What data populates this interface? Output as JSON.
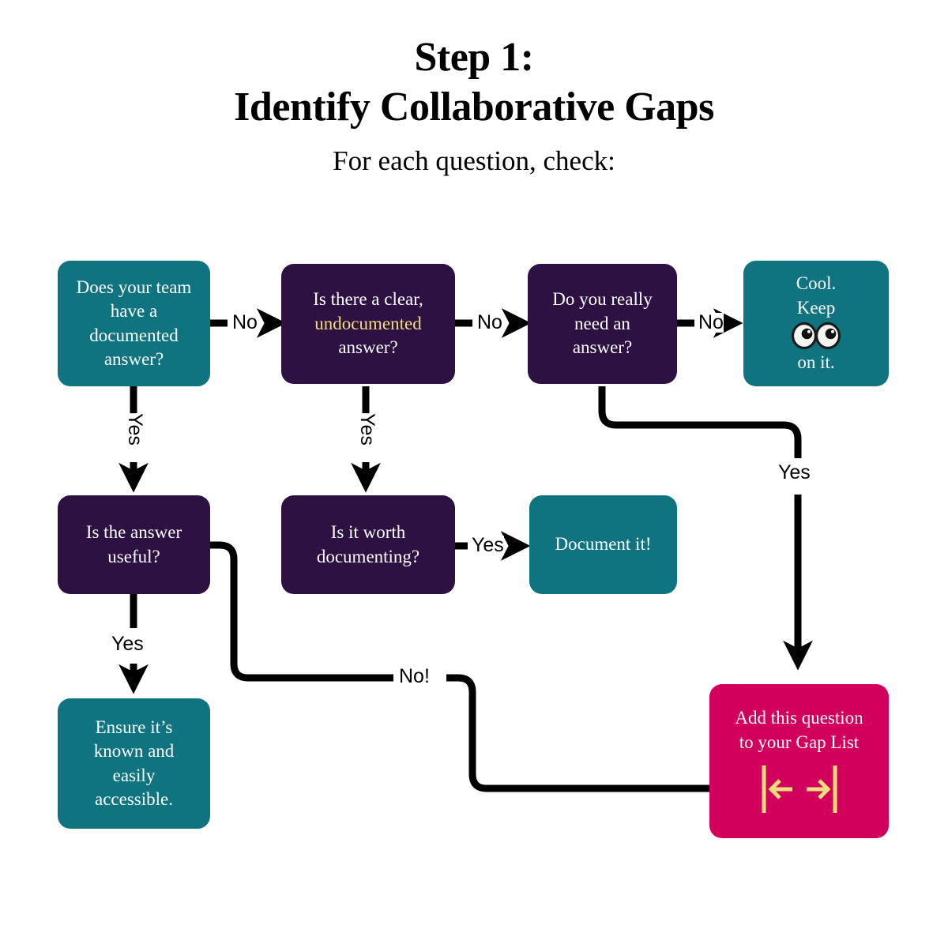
{
  "header": {
    "title_line_1": "Step 1:",
    "title_line_2": "Identify Collaborative Gaps",
    "subtitle": "For each question, check:"
  },
  "colors": {
    "teal": "#0F7480",
    "purple": "#2D1142",
    "pink": "#D1005C",
    "highlight_yellow": "#F2DC7E",
    "edge_black": "#000000",
    "background": "#FFFFFF",
    "node_text": "#FFFFFF"
  },
  "nodes": [
    {
      "id": "has-documented-answer",
      "color_key": "teal",
      "lines": [
        "Does your team",
        "have a",
        "documented",
        "answer?"
      ]
    },
    {
      "id": "clear-undocumented-answer",
      "color_key": "purple",
      "lines": [
        "Is there a clear,",
        "undocumented",
        "answer?"
      ],
      "highlight_line_index": 1
    },
    {
      "id": "really-need-answer",
      "color_key": "purple",
      "lines": [
        "Do you really",
        "need an",
        "answer?"
      ]
    },
    {
      "id": "cool-keep-eyes-on-it",
      "color_key": "teal",
      "lines": [
        "Cool.",
        "Keep",
        "on it."
      ],
      "icon": "eyes-emoji",
      "icon_after_line_index": 1
    },
    {
      "id": "is-answer-useful",
      "color_key": "purple",
      "lines": [
        "Is the answer",
        "useful?"
      ]
    },
    {
      "id": "worth-documenting",
      "color_key": "purple",
      "lines": [
        "Is it worth",
        "documenting?"
      ]
    },
    {
      "id": "document-it",
      "color_key": "teal",
      "lines": [
        "Document it!"
      ]
    },
    {
      "id": "ensure-known-accessible",
      "color_key": "teal",
      "lines": [
        "Ensure it’s",
        "known and",
        "easily",
        "accessible."
      ]
    },
    {
      "id": "add-to-gap-list",
      "color_key": "pink",
      "lines": [
        "Add this question",
        "to your Gap List"
      ],
      "icon": "gap-arrows-icon"
    }
  ],
  "edges": [
    {
      "id": "e1",
      "from": "has-documented-answer",
      "to": "clear-undocumented-answer",
      "label": "No",
      "orientation": "horizontal"
    },
    {
      "id": "e2",
      "from": "clear-undocumented-answer",
      "to": "really-need-answer",
      "label": "No",
      "orientation": "horizontal"
    },
    {
      "id": "e3",
      "from": "really-need-answer",
      "to": "cool-keep-eyes-on-it",
      "label": "No",
      "orientation": "horizontal"
    },
    {
      "id": "e4",
      "from": "has-documented-answer",
      "to": "is-answer-useful",
      "label": "Yes",
      "orientation": "vertical-rotated"
    },
    {
      "id": "e5",
      "from": "clear-undocumented-answer",
      "to": "worth-documenting",
      "label": "Yes",
      "orientation": "vertical-rotated"
    },
    {
      "id": "e6",
      "from": "worth-documenting",
      "to": "document-it",
      "label": "Yes",
      "orientation": "horizontal"
    },
    {
      "id": "e7",
      "from": "is-answer-useful",
      "to": "ensure-known-accessible",
      "label": "Yes",
      "orientation": "vertical"
    },
    {
      "id": "e8",
      "from": "is-answer-useful",
      "to": "add-to-gap-list",
      "label": "No!",
      "orientation": "horizontal"
    },
    {
      "id": "e9",
      "from": "really-need-answer",
      "to": "add-to-gap-list",
      "label": "Yes",
      "orientation": "vertical"
    }
  ],
  "labels": {
    "no_1": "No",
    "no_2": "No",
    "no_3": "No",
    "yes_1": "Yes",
    "yes_2": "Yes",
    "yes_3": "Yes",
    "yes_4": "Yes",
    "yes_5": "Yes",
    "no_exclaim": "No!"
  },
  "node_text": {
    "n1": {
      "l1": "Does your team",
      "l2": "have a",
      "l3": "documented",
      "l4": "answer?"
    },
    "n2": {
      "l1": "Is there a clear,",
      "l2": "undocumented",
      "l3": "answer?"
    },
    "n3": {
      "l1": "Do you really",
      "l2": "need an",
      "l3": "answer?"
    },
    "n4": {
      "l1": "Cool.",
      "l2": "Keep",
      "l3": "on it."
    },
    "n5": {
      "l1": "Is the answer",
      "l2": "useful?"
    },
    "n6": {
      "l1": "Is it worth",
      "l2": "documenting?"
    },
    "n7": {
      "l1": "Document it!"
    },
    "n8": {
      "l1": "Ensure it’s",
      "l2": "known and",
      "l3": "easily",
      "l4": "accessible."
    },
    "n9": {
      "l1": "Add this question",
      "l2": "to your Gap List"
    }
  }
}
